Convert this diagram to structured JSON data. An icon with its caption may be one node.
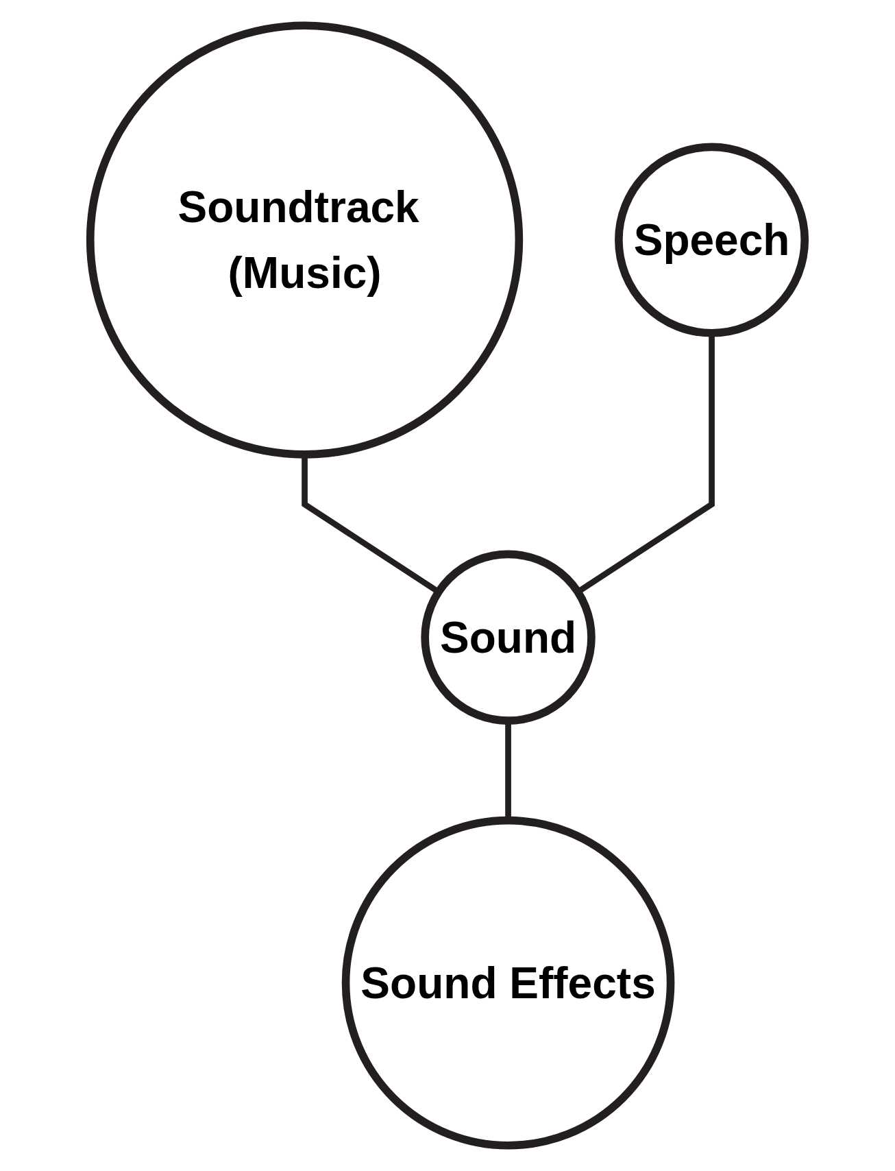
{
  "diagram": {
    "nodes": [
      {
        "text": [
          "Soundtrack (Music)"
        ]
      },
      {
        "text": [
          "Speech"
        ]
      },
      {
        "text": [
          "Sound"
        ]
      },
      {
        "text": [
          "Sound Effects"
        ]
      }
    ],
    "edges": [
      {
        "from": 0,
        "to": 2,
        "arrow": "none"
      },
      {
        "from": 1,
        "to": 2,
        "arrow": "none"
      },
      {
        "from": 2,
        "to": 3,
        "arrow": "none"
      }
    ]
  }
}
